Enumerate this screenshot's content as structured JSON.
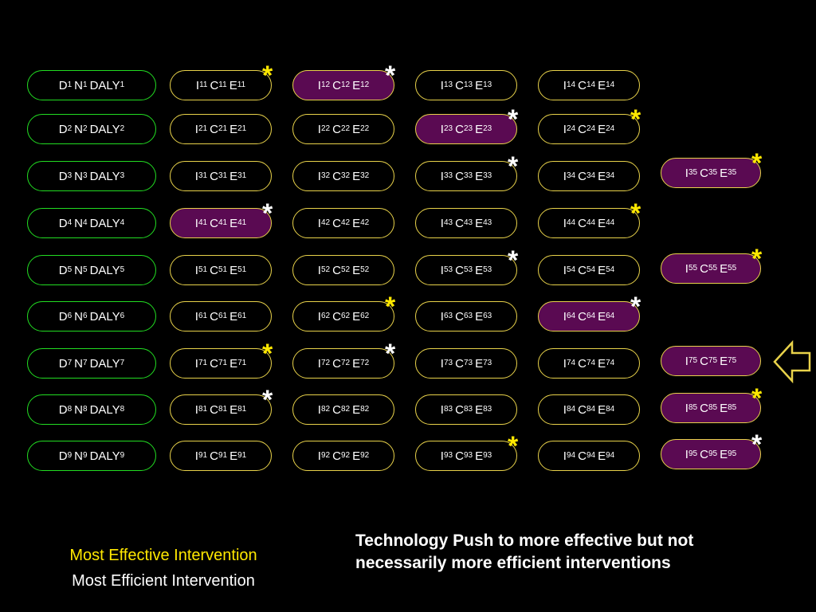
{
  "demand_nodes": [
    {
      "id": "D1",
      "parts": [
        [
          "D",
          "1"
        ],
        [
          "N",
          "1"
        ],
        [
          "DALY",
          "1"
        ]
      ]
    },
    {
      "id": "D2",
      "parts": [
        [
          "D",
          "2"
        ],
        [
          "N",
          "2"
        ],
        [
          "DALY",
          "2"
        ]
      ]
    },
    {
      "id": "D3",
      "parts": [
        [
          "D",
          "3"
        ],
        [
          "N",
          "3"
        ],
        [
          "DALY",
          "3"
        ]
      ]
    },
    {
      "id": "D4",
      "parts": [
        [
          "D",
          "4"
        ],
        [
          "N",
          "4"
        ],
        [
          "DALY",
          "4"
        ]
      ]
    },
    {
      "id": "D5",
      "parts": [
        [
          "D",
          "5"
        ],
        [
          "N",
          "5"
        ],
        [
          "DALY",
          "5"
        ]
      ]
    },
    {
      "id": "D6",
      "parts": [
        [
          "D",
          "6"
        ],
        [
          "N",
          "6"
        ],
        [
          "DALY",
          "6"
        ]
      ]
    },
    {
      "id": "D7",
      "parts": [
        [
          "D",
          "7"
        ],
        [
          "N",
          "7"
        ],
        [
          "DALY",
          "7"
        ]
      ]
    },
    {
      "id": "D8",
      "parts": [
        [
          "D",
          "8"
        ],
        [
          "N",
          "8"
        ],
        [
          "DALY",
          "8"
        ]
      ]
    },
    {
      "id": "D9",
      "parts": [
        [
          "D",
          "9"
        ],
        [
          "N",
          "9"
        ],
        [
          "DALY",
          "9"
        ]
      ]
    }
  ],
  "interventions": [
    {
      "row": 1,
      "col": 1,
      "highlight": false,
      "star": "yellow"
    },
    {
      "row": 1,
      "col": 2,
      "highlight": true,
      "star": "white"
    },
    {
      "row": 1,
      "col": 3,
      "highlight": false,
      "star": null
    },
    {
      "row": 1,
      "col": 4,
      "highlight": false,
      "star": null
    },
    {
      "row": 2,
      "col": 1,
      "highlight": false,
      "star": null
    },
    {
      "row": 2,
      "col": 2,
      "highlight": false,
      "star": null
    },
    {
      "row": 2,
      "col": 3,
      "highlight": true,
      "star": "white"
    },
    {
      "row": 2,
      "col": 4,
      "highlight": false,
      "star": "yellow"
    },
    {
      "row": 3,
      "col": 1,
      "highlight": false,
      "star": null
    },
    {
      "row": 3,
      "col": 2,
      "highlight": false,
      "star": null
    },
    {
      "row": 3,
      "col": 3,
      "highlight": false,
      "star": "white"
    },
    {
      "row": 3,
      "col": 4,
      "highlight": false,
      "star": null
    },
    {
      "row": 3,
      "col": 5,
      "highlight": true,
      "star": "yellow"
    },
    {
      "row": 4,
      "col": 1,
      "highlight": true,
      "star": "white"
    },
    {
      "row": 4,
      "col": 2,
      "highlight": false,
      "star": null
    },
    {
      "row": 4,
      "col": 3,
      "highlight": false,
      "star": null
    },
    {
      "row": 4,
      "col": 4,
      "highlight": false,
      "star": "yellow"
    },
    {
      "row": 5,
      "col": 1,
      "highlight": false,
      "star": null
    },
    {
      "row": 5,
      "col": 2,
      "highlight": false,
      "star": null
    },
    {
      "row": 5,
      "col": 3,
      "highlight": false,
      "star": "white"
    },
    {
      "row": 5,
      "col": 4,
      "highlight": false,
      "star": null
    },
    {
      "row": 5,
      "col": 5,
      "highlight": true,
      "star": "yellow"
    },
    {
      "row": 6,
      "col": 1,
      "highlight": false,
      "star": null
    },
    {
      "row": 6,
      "col": 2,
      "highlight": false,
      "star": "yellow"
    },
    {
      "row": 6,
      "col": 3,
      "highlight": false,
      "star": null
    },
    {
      "row": 6,
      "col": 4,
      "highlight": true,
      "star": "white"
    },
    {
      "row": 7,
      "col": 1,
      "highlight": false,
      "star": "yellow"
    },
    {
      "row": 7,
      "col": 2,
      "highlight": false,
      "star": "white"
    },
    {
      "row": 7,
      "col": 3,
      "highlight": false,
      "star": null
    },
    {
      "row": 7,
      "col": 4,
      "highlight": false,
      "star": null
    },
    {
      "row": 7,
      "col": 5,
      "highlight": true,
      "star": null
    },
    {
      "row": 8,
      "col": 1,
      "highlight": false,
      "star": "white"
    },
    {
      "row": 8,
      "col": 2,
      "highlight": false,
      "star": null
    },
    {
      "row": 8,
      "col": 3,
      "highlight": false,
      "star": null
    },
    {
      "row": 8,
      "col": 4,
      "highlight": false,
      "star": null
    },
    {
      "row": 8,
      "col": 5,
      "highlight": true,
      "star": "yellow"
    },
    {
      "row": 9,
      "col": 1,
      "highlight": false,
      "star": null
    },
    {
      "row": 9,
      "col": 2,
      "highlight": false,
      "star": null
    },
    {
      "row": 9,
      "col": 3,
      "highlight": false,
      "star": "yellow"
    },
    {
      "row": 9,
      "col": 4,
      "highlight": false,
      "star": null
    },
    {
      "row": 9,
      "col": 5,
      "highlight": true,
      "star": "white"
    }
  ],
  "star_glyph": "*",
  "arrow_icon": "left-arrow-icon",
  "captions": {
    "most_effective": "Most Effective Intervention",
    "most_efficient": "Most Efficient Intervention",
    "technology_push_line1": "Technology Push to more effective but not",
    "technology_push_line2": "necessarily more efficient interventions"
  },
  "colors": {
    "background": "#000000",
    "demand_border": "#22dd22",
    "intervention_border": "#e8d24a",
    "highlight_fill": "#5a0a52",
    "star_yellow": "#ffe800",
    "star_white": "#ffffff",
    "caption_effective": "#ffe800",
    "caption_efficient": "#ffffff"
  }
}
